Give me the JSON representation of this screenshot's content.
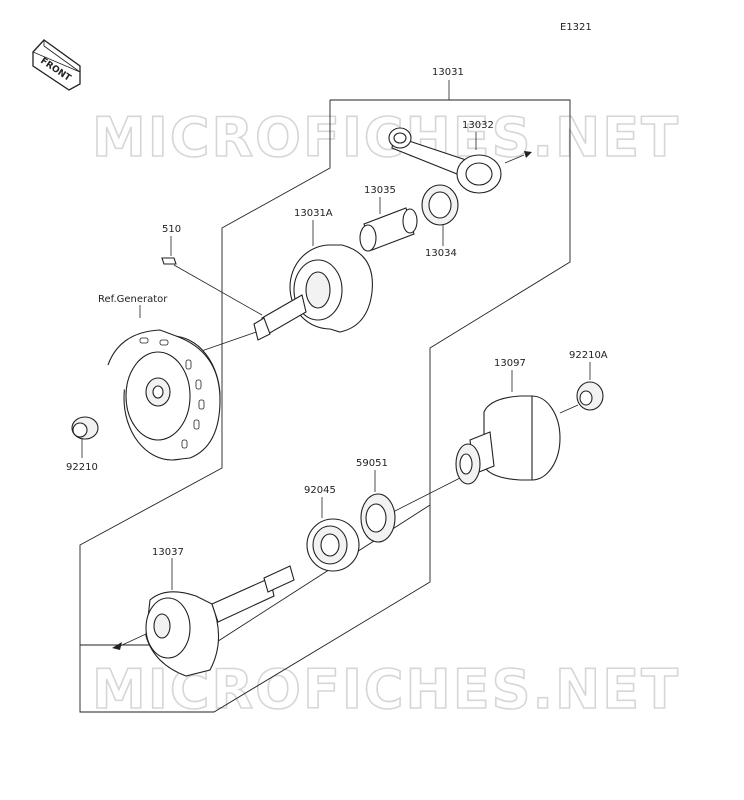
{
  "diagram": {
    "code": "E1321",
    "front_label": "FRONT",
    "watermark": "MICROFICHES.NET",
    "parts": [
      {
        "id": "p13031",
        "number": "13031"
      },
      {
        "id": "p13032",
        "number": "13032"
      },
      {
        "id": "p13035",
        "number": "13035"
      },
      {
        "id": "p13031A",
        "number": "13031A"
      },
      {
        "id": "p13034",
        "number": "13034"
      },
      {
        "id": "p510",
        "number": "510"
      },
      {
        "id": "pRefGen",
        "number": "Ref.Generator"
      },
      {
        "id": "p92210",
        "number": "92210"
      },
      {
        "id": "p13097",
        "number": "13097"
      },
      {
        "id": "p92210A",
        "number": "92210A"
      },
      {
        "id": "p59051",
        "number": "59051"
      },
      {
        "id": "p92045",
        "number": "92045"
      },
      {
        "id": "p13037",
        "number": "13037"
      }
    ]
  }
}
